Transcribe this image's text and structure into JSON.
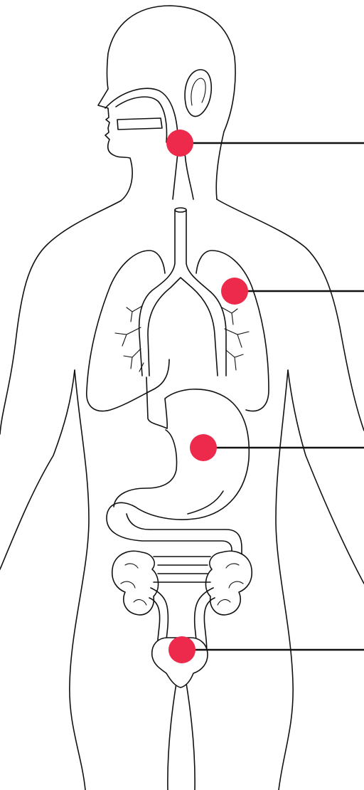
{
  "diagram": {
    "type": "human-anatomy-organ-map",
    "colors": {
      "marker": "#ee2a4c",
      "line": "#111111",
      "background": "#ffffff"
    },
    "markers": [
      {
        "name": "throat-marker",
        "organ": "throat"
      },
      {
        "name": "lung-marker",
        "organ": "lung"
      },
      {
        "name": "stomach-marker",
        "organ": "stomach"
      },
      {
        "name": "bladder-marker",
        "organ": "bladder"
      }
    ]
  }
}
